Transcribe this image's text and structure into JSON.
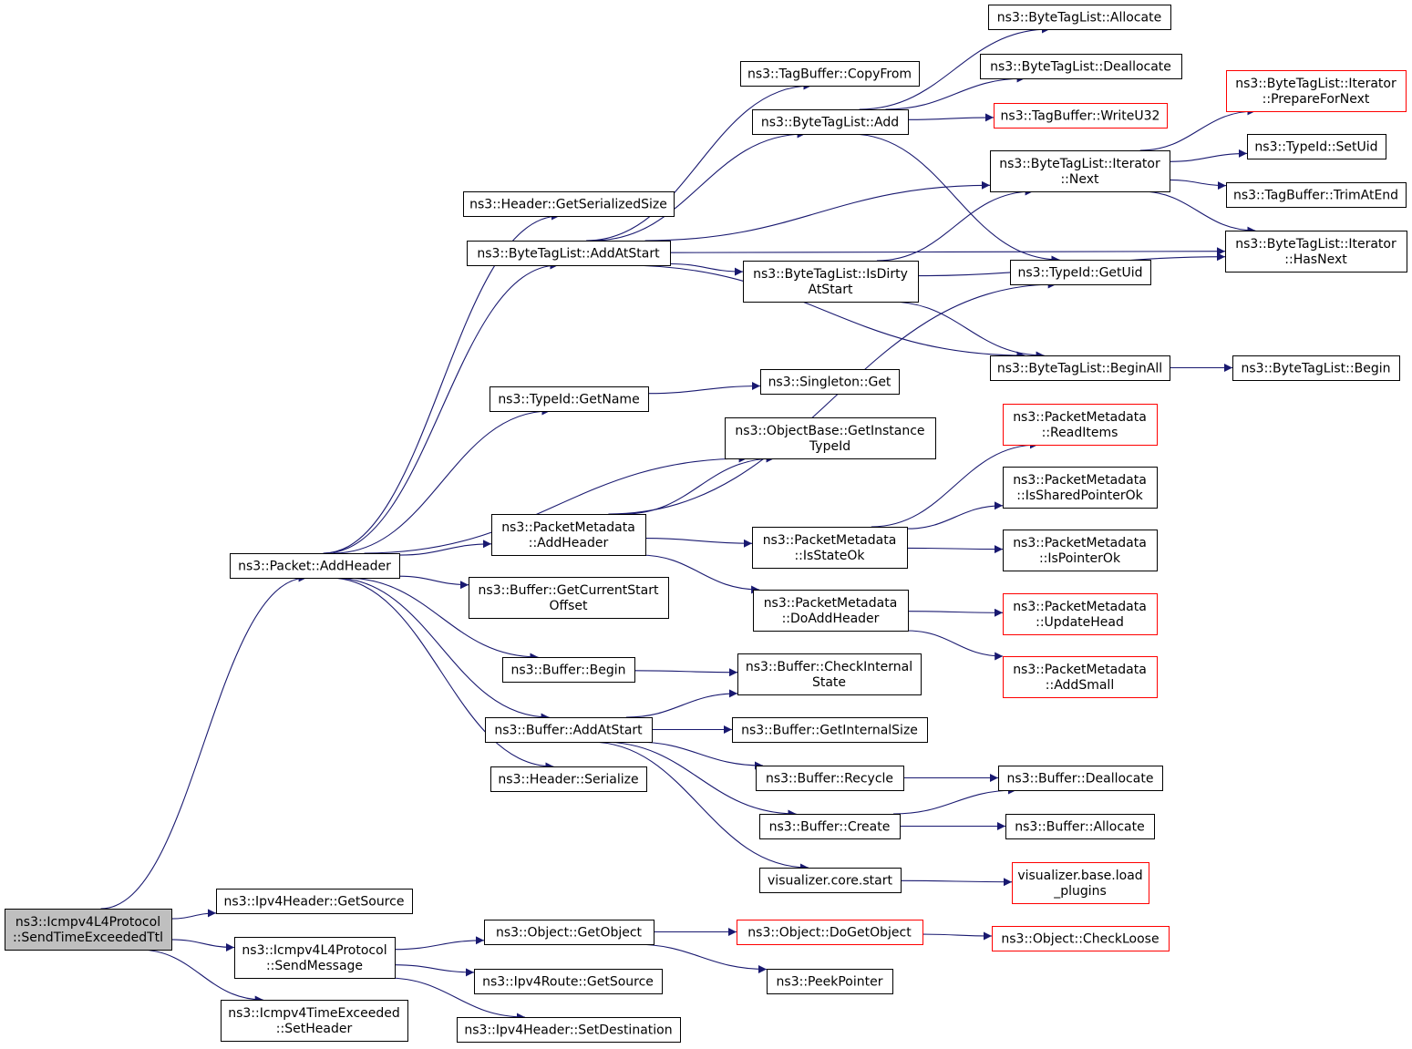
{
  "colors": {
    "edge": "#191970",
    "root_fill": "#bfbfbf",
    "node_fill": "#ffffff",
    "node_border": "#000000",
    "external_border": "#ff0000"
  },
  "nodes": [
    {
      "id": "root",
      "label": [
        "ns3::Icmpv4L4Protocol",
        "::SendTimeExceededTtl"
      ],
      "kind": "root"
    },
    {
      "id": "pkt_addheader",
      "label": [
        "ns3::Packet::AddHeader"
      ],
      "kind": "normal"
    },
    {
      "id": "ipv4h_getsource",
      "label": [
        "ns3::Ipv4Header::GetSource"
      ],
      "kind": "normal"
    },
    {
      "id": "icmp_sendmessage",
      "label": [
        "ns3::Icmpv4L4Protocol",
        "::SendMessage"
      ],
      "kind": "normal"
    },
    {
      "id": "icmp_te_setheader",
      "label": [
        "ns3::Icmpv4TimeExceeded",
        "::SetHeader"
      ],
      "kind": "normal"
    },
    {
      "id": "hdr_getsersize",
      "label": [
        "ns3::Header::GetSerializedSize"
      ],
      "kind": "normal"
    },
    {
      "id": "btl_addatstart",
      "label": [
        "ns3::ByteTagList::AddAtStart"
      ],
      "kind": "normal"
    },
    {
      "id": "typeid_getname",
      "label": [
        "ns3::TypeId::GetName"
      ],
      "kind": "normal"
    },
    {
      "id": "pm_addheader",
      "label": [
        "ns3::PacketMetadata",
        "::AddHeader"
      ],
      "kind": "normal"
    },
    {
      "id": "buf_getcurstart",
      "label": [
        "ns3::Buffer::GetCurrentStart",
        "Offset"
      ],
      "kind": "normal"
    },
    {
      "id": "buf_begin",
      "label": [
        "ns3::Buffer::Begin"
      ],
      "kind": "normal"
    },
    {
      "id": "buf_addatstart",
      "label": [
        "ns3::Buffer::AddAtStart"
      ],
      "kind": "normal"
    },
    {
      "id": "hdr_serialize",
      "label": [
        "ns3::Header::Serialize"
      ],
      "kind": "normal"
    },
    {
      "id": "obj_getobject",
      "label": [
        "ns3::Object::GetObject"
      ],
      "kind": "normal"
    },
    {
      "id": "ipv4r_getsource",
      "label": [
        "ns3::Ipv4Route::GetSource"
      ],
      "kind": "normal"
    },
    {
      "id": "ipv4h_setdest",
      "label": [
        "ns3::Ipv4Header::SetDestination"
      ],
      "kind": "normal"
    },
    {
      "id": "tb_copyfrom",
      "label": [
        "ns3::TagBuffer::CopyFrom"
      ],
      "kind": "normal"
    },
    {
      "id": "btl_add",
      "label": [
        "ns3::ByteTagList::Add"
      ],
      "kind": "normal"
    },
    {
      "id": "btl_isdirty",
      "label": [
        "ns3::ByteTagList::IsDirty",
        "AtStart"
      ],
      "kind": "normal"
    },
    {
      "id": "singleton_get",
      "label": [
        "ns3::Singleton::Get"
      ],
      "kind": "normal"
    },
    {
      "id": "ob_getinstance",
      "label": [
        "ns3::ObjectBase::GetInstance",
        "TypeId"
      ],
      "kind": "normal"
    },
    {
      "id": "pm_isstateok",
      "label": [
        "ns3::PacketMetadata",
        "::IsStateOk"
      ],
      "kind": "normal"
    },
    {
      "id": "pm_doaddheader",
      "label": [
        "ns3::PacketMetadata",
        "::DoAddHeader"
      ],
      "kind": "normal"
    },
    {
      "id": "buf_checkinternal",
      "label": [
        "ns3::Buffer::CheckInternal",
        "State"
      ],
      "kind": "normal"
    },
    {
      "id": "buf_getinternalsize",
      "label": [
        "ns3::Buffer::GetInternalSize"
      ],
      "kind": "normal"
    },
    {
      "id": "buf_recycle",
      "label": [
        "ns3::Buffer::Recycle"
      ],
      "kind": "normal"
    },
    {
      "id": "buf_create",
      "label": [
        "ns3::Buffer::Create"
      ],
      "kind": "normal"
    },
    {
      "id": "viz_core_start",
      "label": [
        "visualizer.core.start"
      ],
      "kind": "normal"
    },
    {
      "id": "obj_dogetobject",
      "label": [
        "ns3::Object::DoGetObject"
      ],
      "kind": "external"
    },
    {
      "id": "peekpointer",
      "label": [
        "ns3::PeekPointer"
      ],
      "kind": "normal"
    },
    {
      "id": "btl_allocate",
      "label": [
        "ns3::ByteTagList::Allocate"
      ],
      "kind": "normal"
    },
    {
      "id": "btl_deallocate",
      "label": [
        "ns3::ByteTagList::Deallocate"
      ],
      "kind": "normal"
    },
    {
      "id": "tb_writeu32",
      "label": [
        "ns3::TagBuffer::WriteU32"
      ],
      "kind": "external"
    },
    {
      "id": "btl_it_next",
      "label": [
        "ns3::ByteTagList::Iterator",
        "::Next"
      ],
      "kind": "normal"
    },
    {
      "id": "typeid_getuid",
      "label": [
        "ns3::TypeId::GetUid"
      ],
      "kind": "normal"
    },
    {
      "id": "btl_beginall",
      "label": [
        "ns3::ByteTagList::BeginAll"
      ],
      "kind": "normal"
    },
    {
      "id": "pm_readitems",
      "label": [
        "ns3::PacketMetadata",
        "::ReadItems"
      ],
      "kind": "external"
    },
    {
      "id": "pm_issharedptrok",
      "label": [
        "ns3::PacketMetadata",
        "::IsSharedPointerOk"
      ],
      "kind": "normal"
    },
    {
      "id": "pm_isptrok",
      "label": [
        "ns3::PacketMetadata",
        "::IsPointerOk"
      ],
      "kind": "normal"
    },
    {
      "id": "pm_updatehead",
      "label": [
        "ns3::PacketMetadata",
        "::UpdateHead"
      ],
      "kind": "external"
    },
    {
      "id": "pm_addsmall",
      "label": [
        "ns3::PacketMetadata",
        "::AddSmall"
      ],
      "kind": "external"
    },
    {
      "id": "buf_deallocate",
      "label": [
        "ns3::Buffer::Deallocate"
      ],
      "kind": "normal"
    },
    {
      "id": "buf_allocate",
      "label": [
        "ns3::Buffer::Allocate"
      ],
      "kind": "normal"
    },
    {
      "id": "viz_base_load",
      "label": [
        "visualizer.base.load",
        "_plugins"
      ],
      "kind": "external"
    },
    {
      "id": "obj_checkloose",
      "label": [
        "ns3::Object::CheckLoose"
      ],
      "kind": "external"
    },
    {
      "id": "btl_it_preparefornext",
      "label": [
        "ns3::ByteTagList::Iterator",
        "::PrepareForNext"
      ],
      "kind": "external"
    },
    {
      "id": "typeid_setuid",
      "label": [
        "ns3::TypeId::SetUid"
      ],
      "kind": "normal"
    },
    {
      "id": "tb_trimatend",
      "label": [
        "ns3::TagBuffer::TrimAtEnd"
      ],
      "kind": "normal"
    },
    {
      "id": "btl_it_hasnext",
      "label": [
        "ns3::ByteTagList::Iterator",
        "::HasNext"
      ],
      "kind": "normal"
    },
    {
      "id": "btl_begin",
      "label": [
        "ns3::ByteTagList::Begin"
      ],
      "kind": "normal"
    }
  ],
  "edges": [
    [
      "root",
      "pkt_addheader"
    ],
    [
      "root",
      "ipv4h_getsource"
    ],
    [
      "root",
      "icmp_sendmessage"
    ],
    [
      "root",
      "icmp_te_setheader"
    ],
    [
      "pkt_addheader",
      "hdr_getsersize"
    ],
    [
      "pkt_addheader",
      "btl_addatstart"
    ],
    [
      "pkt_addheader",
      "typeid_getname"
    ],
    [
      "pkt_addheader",
      "ob_getinstance"
    ],
    [
      "pkt_addheader",
      "pm_addheader"
    ],
    [
      "pkt_addheader",
      "buf_getcurstart"
    ],
    [
      "pkt_addheader",
      "buf_begin"
    ],
    [
      "pkt_addheader",
      "buf_addatstart"
    ],
    [
      "pkt_addheader",
      "hdr_serialize"
    ],
    [
      "icmp_sendmessage",
      "obj_getobject"
    ],
    [
      "icmp_sendmessage",
      "ipv4r_getsource"
    ],
    [
      "icmp_sendmessage",
      "ipv4h_setdest"
    ],
    [
      "btl_addatstart",
      "tb_copyfrom"
    ],
    [
      "btl_addatstart",
      "btl_add"
    ],
    [
      "btl_addatstart",
      "btl_it_next"
    ],
    [
      "btl_addatstart",
      "btl_it_hasnext"
    ],
    [
      "btl_addatstart",
      "btl_isdirty"
    ],
    [
      "btl_addatstart",
      "btl_beginall"
    ],
    [
      "typeid_getname",
      "singleton_get"
    ],
    [
      "pm_addheader",
      "ob_getinstance"
    ],
    [
      "pm_addheader",
      "typeid_getuid"
    ],
    [
      "pm_addheader",
      "pm_isstateok"
    ],
    [
      "pm_addheader",
      "pm_doaddheader"
    ],
    [
      "buf_begin",
      "buf_checkinternal"
    ],
    [
      "buf_addatstart",
      "buf_checkinternal"
    ],
    [
      "buf_addatstart",
      "buf_getinternalsize"
    ],
    [
      "buf_addatstart",
      "buf_recycle"
    ],
    [
      "buf_addatstart",
      "buf_create"
    ],
    [
      "buf_addatstart",
      "viz_core_start"
    ],
    [
      "obj_getobject",
      "obj_dogetobject"
    ],
    [
      "obj_getobject",
      "peekpointer"
    ],
    [
      "btl_add",
      "btl_allocate"
    ],
    [
      "btl_add",
      "btl_deallocate"
    ],
    [
      "btl_add",
      "tb_writeu32"
    ],
    [
      "btl_add",
      "typeid_getuid"
    ],
    [
      "btl_isdirty",
      "btl_it_next"
    ],
    [
      "btl_isdirty",
      "btl_it_hasnext"
    ],
    [
      "btl_isdirty",
      "btl_beginall"
    ],
    [
      "btl_it_next",
      "btl_it_preparefornext"
    ],
    [
      "btl_it_next",
      "typeid_setuid"
    ],
    [
      "btl_it_next",
      "tb_trimatend"
    ],
    [
      "btl_it_next",
      "btl_it_hasnext"
    ],
    [
      "btl_beginall",
      "btl_begin"
    ],
    [
      "pm_isstateok",
      "pm_readitems"
    ],
    [
      "pm_isstateok",
      "pm_issharedptrok"
    ],
    [
      "pm_isstateok",
      "pm_isptrok"
    ],
    [
      "pm_doaddheader",
      "pm_updatehead"
    ],
    [
      "pm_doaddheader",
      "pm_addsmall"
    ],
    [
      "buf_recycle",
      "buf_deallocate"
    ],
    [
      "buf_create",
      "buf_deallocate"
    ],
    [
      "buf_create",
      "buf_allocate"
    ],
    [
      "viz_core_start",
      "viz_base_load"
    ],
    [
      "obj_dogetobject",
      "obj_checkloose"
    ]
  ]
}
